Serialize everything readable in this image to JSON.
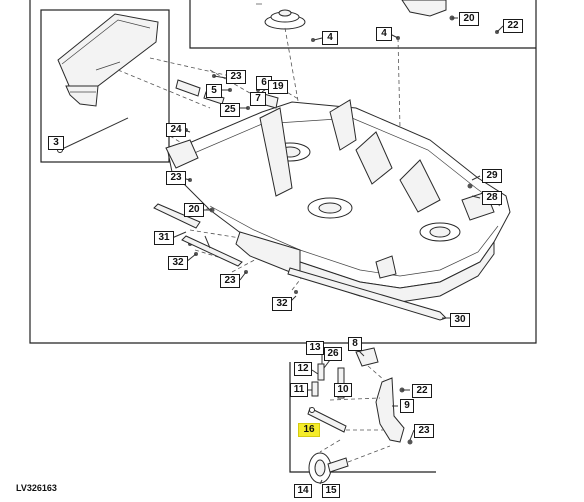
{
  "diagram_id": "LV326163",
  "colors": {
    "highlight": "#f5ec2a",
    "line": "#333333"
  },
  "callouts": [
    {
      "id": "c20a",
      "label": "20"
    },
    {
      "id": "c22a",
      "label": "22"
    },
    {
      "id": "c4a",
      "label": "4"
    },
    {
      "id": "c4b",
      "label": "4"
    },
    {
      "id": "c23a",
      "label": "23"
    },
    {
      "id": "c6",
      "label": "6"
    },
    {
      "id": "c19",
      "label": "19"
    },
    {
      "id": "c5",
      "label": "5"
    },
    {
      "id": "c7",
      "label": "7"
    },
    {
      "id": "c25",
      "label": "25"
    },
    {
      "id": "c3",
      "label": "3"
    },
    {
      "id": "c24",
      "label": "24"
    },
    {
      "id": "c23b",
      "label": "23"
    },
    {
      "id": "c20b",
      "label": "20"
    },
    {
      "id": "c29",
      "label": "29"
    },
    {
      "id": "c28",
      "label": "28"
    },
    {
      "id": "c31",
      "label": "31"
    },
    {
      "id": "c32a",
      "label": "32"
    },
    {
      "id": "c23c",
      "label": "23"
    },
    {
      "id": "c32b",
      "label": "32"
    },
    {
      "id": "c30",
      "label": "30"
    },
    {
      "id": "c13",
      "label": "13"
    },
    {
      "id": "c26",
      "label": "26"
    },
    {
      "id": "c8",
      "label": "8"
    },
    {
      "id": "c12",
      "label": "12"
    },
    {
      "id": "c11",
      "label": "11"
    },
    {
      "id": "c10",
      "label": "10"
    },
    {
      "id": "c22b",
      "label": "22"
    },
    {
      "id": "c9",
      "label": "9"
    },
    {
      "id": "c16",
      "label": "16",
      "highlighted": true
    },
    {
      "id": "c23d",
      "label": "23"
    },
    {
      "id": "c14",
      "label": "14"
    },
    {
      "id": "c15",
      "label": "15"
    }
  ]
}
